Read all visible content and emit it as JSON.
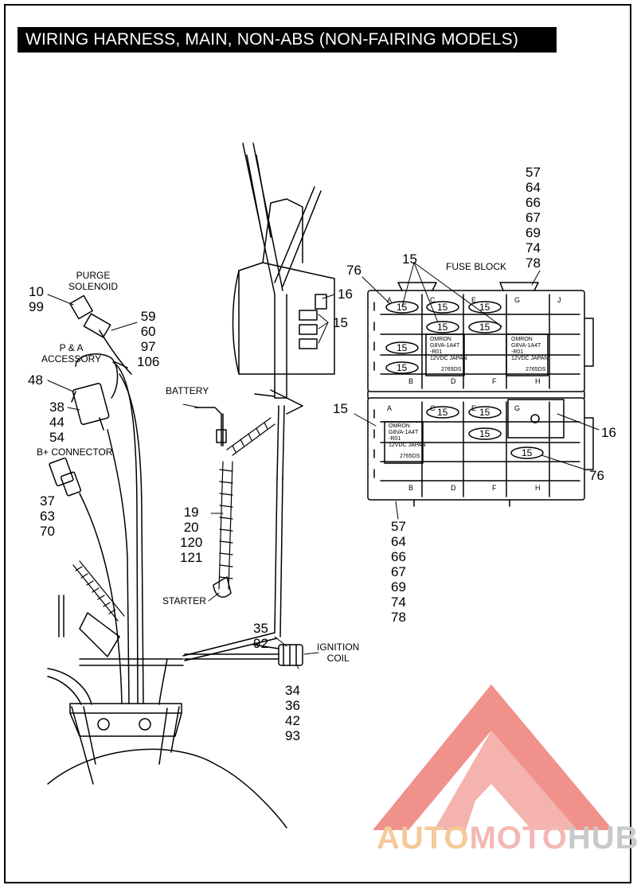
{
  "title": "WIRING HARNESS, MAIN, NON-ABS (NON-FAIRING MODELS)",
  "labels": {
    "purge_solenoid": [
      "PURGE",
      "SOLENOID"
    ],
    "pa_accessory": [
      "P & A",
      "ACCESSORY"
    ],
    "b_plus_connector": "B+ CONNECTOR",
    "battery": "BATTERY",
    "starter": "STARTER",
    "ignition_coil": [
      "IGNITION",
      "COIL"
    ],
    "fuse_block": "FUSE BLOCK"
  },
  "callouts": {
    "purge": [
      "10",
      "99"
    ],
    "purge_wire": [
      "59",
      "60",
      "97",
      "106"
    ],
    "accessory": "48",
    "accessory_conn": [
      "38",
      "44",
      "54"
    ],
    "b_plus": [
      "37",
      "63",
      "70"
    ],
    "battery_cable": [
      "19",
      "20",
      "120",
      "121"
    ],
    "ignition_top": [
      "35",
      "92"
    ],
    "ignition_bottom": [
      "34",
      "36",
      "42",
      "93"
    ],
    "harness_16": "16",
    "harness_15": "15",
    "fuse_top_list": [
      "57",
      "64",
      "66",
      "67",
      "69",
      "74",
      "78"
    ],
    "fuse_bottom_list": [
      "57",
      "64",
      "66",
      "67",
      "69",
      "74",
      "78"
    ],
    "fuse_76_top": "76",
    "fuse_15_top": "15",
    "fuse_15_left": "15",
    "fuse_16_right": "16",
    "fuse_76_bottom": "76"
  },
  "fuse_block": {
    "cell_label": "15",
    "column_letters_top": [
      "A",
      "B",
      "C",
      "D",
      "E",
      "F",
      "G",
      "H",
      "J"
    ],
    "column_letters_bottom": [
      "A",
      "B",
      "C",
      "D",
      "E",
      "F",
      "G",
      "H"
    ],
    "relay_text": [
      "OMRON",
      "G8VA-1A4T",
      "-R01",
      "12VDC",
      "JAPAN"
    ],
    "relay_code": "2765DS"
  },
  "watermark": {
    "part_a": "AUTO",
    "part_b": "MOTO",
    "part_c": "HUB"
  },
  "colors": {
    "title_bg": "#000000",
    "title_text": "#ffffff",
    "line": "#000000",
    "watermark_red": "#e8564f"
  }
}
